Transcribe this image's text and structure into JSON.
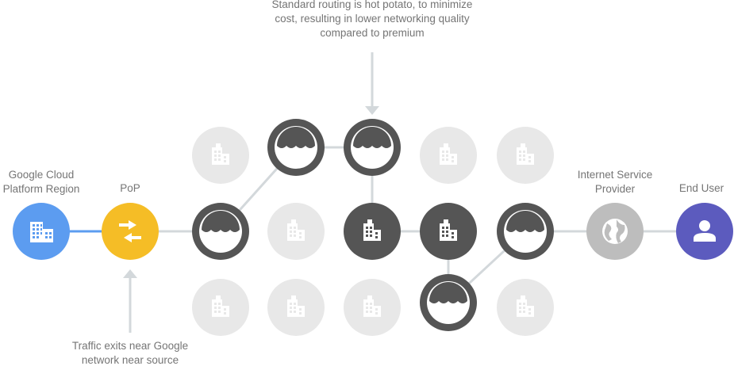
{
  "labels": {
    "gcp_region_line1": "Google Cloud",
    "gcp_region_line2": "Platform Region",
    "pop": "PoP",
    "isp_line1": "Internet Service",
    "isp_line2": "Provider",
    "end_user": "End User",
    "top_note_line1": "Standard routing is hot potato, to minimize",
    "top_note_line2": "cost, resulting in lower networking quality",
    "top_note_line3": "compared to premium",
    "bottom_note_line1": "Traffic exits near Google",
    "bottom_note_line2": "network near source"
  },
  "colors": {
    "gcp_blue": "#5C9CF0",
    "pop_yellow": "#F5BD26",
    "end_user_purple": "#5C5BBE",
    "isp_gray": "#BDBDBD",
    "node_dark": "#555555",
    "node_light": "#E8E8E8",
    "line_gray": "#D3D8DB",
    "line_blue": "#5C9CF0",
    "text_gray": "#757575"
  },
  "icons": {
    "gcp_region": "building-icon",
    "pop": "swap-arrows-icon",
    "isp": "globe-icon",
    "end_user": "person-icon",
    "cloud_node": "cloud-icon",
    "building_node": "building-icon"
  }
}
